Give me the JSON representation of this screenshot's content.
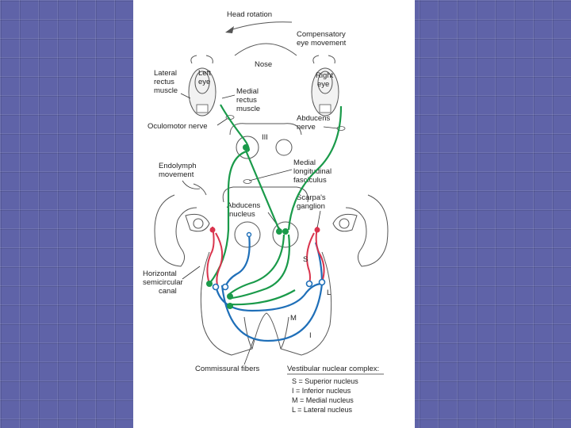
{
  "labels": {
    "head_rotation": "Head rotation",
    "compensatory_1": "Compensatory",
    "compensatory_2": "eye movement",
    "nose": "Nose",
    "lateral_rectus_1": "Lateral",
    "lateral_rectus_2": "rectus",
    "lateral_rectus_3": "muscle",
    "left_eye_1": "Left",
    "left_eye_2": "eye",
    "right_eye_1": "Right",
    "right_eye_2": "eye",
    "medial_rectus_1": "Medial",
    "medial_rectus_2": "rectus",
    "medial_rectus_3": "muscle",
    "abducens_nerve_1": "Abducens",
    "abducens_nerve_2": "nerve",
    "oculomotor_nerve": "Oculomotor nerve",
    "cn_iii": "III",
    "mlf_1": "Medial",
    "mlf_2": "longitudinal",
    "mlf_3": "fasciculus",
    "endolymph_1": "Endolymph",
    "endolymph_2": "movement",
    "abducens_nucleus_1": "Abducens",
    "abducens_nucleus_2": "nucleus",
    "scarpa_1": "Scarpa's",
    "scarpa_2": "ganglion",
    "nucleus_s": "S",
    "nucleus_l": "L",
    "nucleus_m": "M",
    "nucleus_i": "I",
    "horizontal_1": "Horizontal",
    "horizontal_2": "semicircular",
    "horizontal_3": "canal",
    "commissural": "Commissural fibers",
    "vestibular_complex": "Vestibular nuclear complex:",
    "legend_s": "S = Superior nucleus",
    "legend_i": "I = Inferior nucleus",
    "legend_m": "M = Medial nucleus",
    "legend_l": "L = Lateral nucleus"
  },
  "colors": {
    "background": "#5f63a8",
    "oculomotor_pathway": "#1a9a4a",
    "vestibular_pathway": "#1f6fb8",
    "afferent_pathway": "#d9344d"
  }
}
